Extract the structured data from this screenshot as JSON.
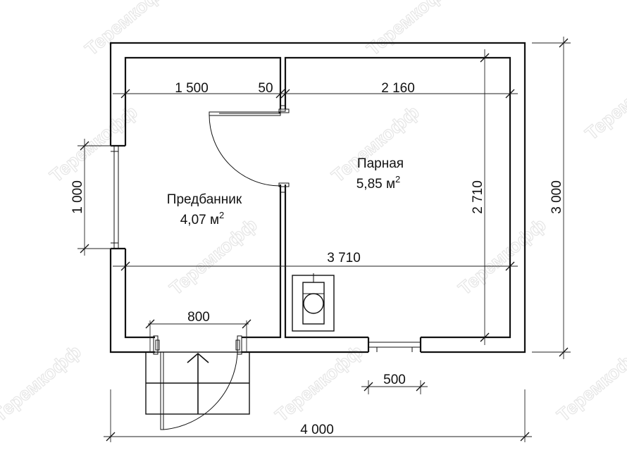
{
  "watermark": "Теремкофф",
  "rooms": [
    {
      "name": "Предбанник",
      "area": "4,07 м",
      "sup": "2"
    },
    {
      "name": "Парная",
      "area": "5,85 м",
      "sup": "2"
    }
  ],
  "dimensions": {
    "d1500": "1 500",
    "d50": "50",
    "d2160": "2 160",
    "d3710": "3 710",
    "d800": "800",
    "d500": "500",
    "d4000": "4 000",
    "d2710": "2 710",
    "d3000": "3 000",
    "d1000": "1 000"
  }
}
